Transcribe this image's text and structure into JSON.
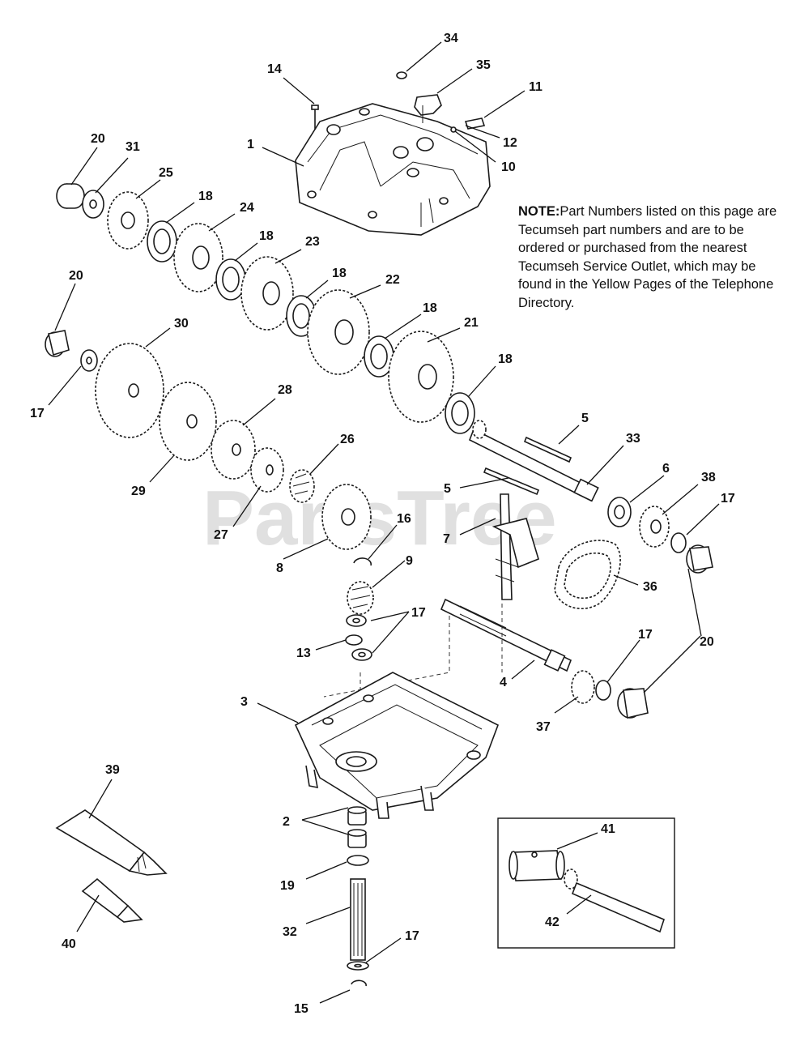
{
  "watermark": "PartsTree",
  "note": {
    "heading": "NOTE:",
    "text": "Part Numbers listed on this page are Tecumseh part numbers and are to be ordered or purchased from the nearest Tecumseh Service Outlet, which may be found in the Yellow Pages of the Telephone Directory."
  },
  "callouts": {
    "c1": "1",
    "c2": "2",
    "c3": "3",
    "c4": "4",
    "c5a": "5",
    "c5b": "5",
    "c6": "6",
    "c7": "7",
    "c8": "8",
    "c9": "9",
    "c10": "10",
    "c11": "11",
    "c12": "12",
    "c13": "13",
    "c14": "14",
    "c15": "15",
    "c16": "16",
    "c17a": "17",
    "c17b": "17",
    "c17c": "17",
    "c17d": "17",
    "c17e": "17",
    "c18a": "18",
    "c18b": "18",
    "c18c": "18",
    "c18d": "18",
    "c18e": "18",
    "c19": "19",
    "c20a": "20",
    "c20b": "20",
    "c20c": "20",
    "c21": "21",
    "c22": "22",
    "c23": "23",
    "c24": "24",
    "c25": "25",
    "c26": "26",
    "c27": "27",
    "c28": "28",
    "c29": "29",
    "c30": "30",
    "c31": "31",
    "c32": "32",
    "c33": "33",
    "c34": "34",
    "c35": "35",
    "c36": "36",
    "c37": "37",
    "c38": "38",
    "c39": "39",
    "c40": "40",
    "c41": "41",
    "c42": "42"
  }
}
